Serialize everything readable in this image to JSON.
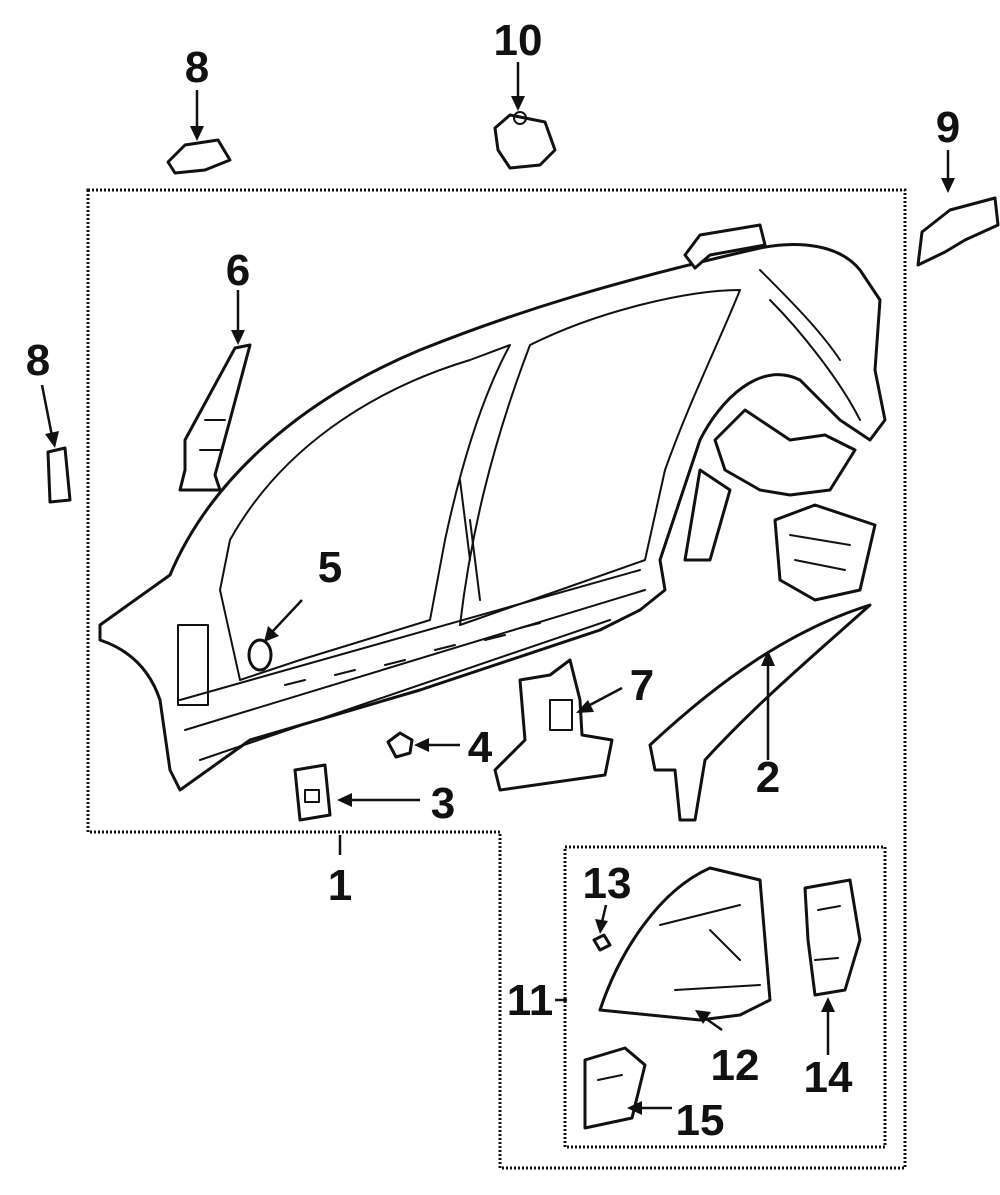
{
  "callouts": {
    "c1": "1",
    "c2": "2",
    "c3": "3",
    "c4": "4",
    "c5": "5",
    "c6": "6",
    "c7": "7",
    "c8_top": "8",
    "c8_left": "8",
    "c9": "9",
    "c10": "10",
    "c11": "11",
    "c12": "12",
    "c13": "13",
    "c14": "14",
    "c15": "15"
  },
  "colors": {
    "ink": "#111111",
    "paper": "#ffffff"
  }
}
